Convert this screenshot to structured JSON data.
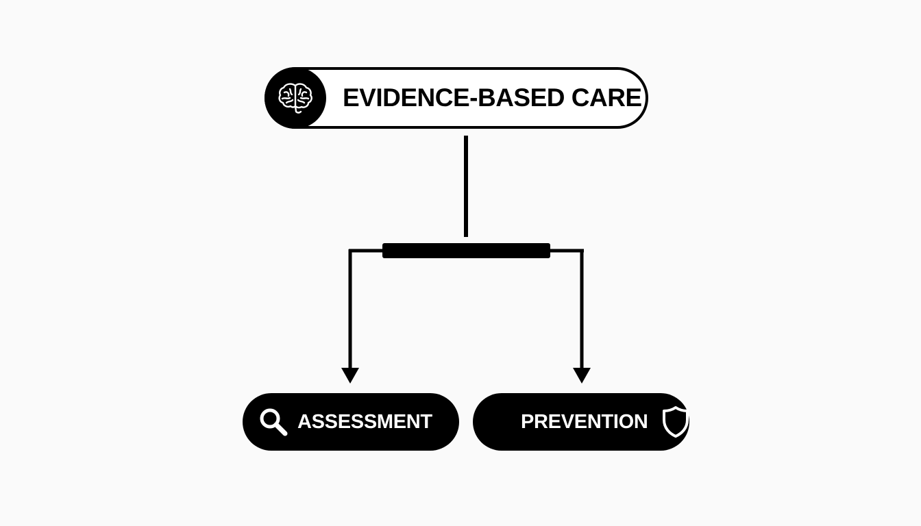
{
  "diagram": {
    "root": {
      "label": "EVIDENCE-BASED CARE",
      "icon": "brain-icon"
    },
    "children": [
      {
        "label": "ASSESSMENT",
        "icon": "magnifier-icon"
      },
      {
        "label": "PREVENTION",
        "icon": "shield-icon"
      }
    ],
    "colors": {
      "background": "#fafafa",
      "ink": "#000000",
      "node_fill_root": "#ffffff",
      "node_fill_child": "#000000",
      "child_text": "#ffffff"
    }
  }
}
